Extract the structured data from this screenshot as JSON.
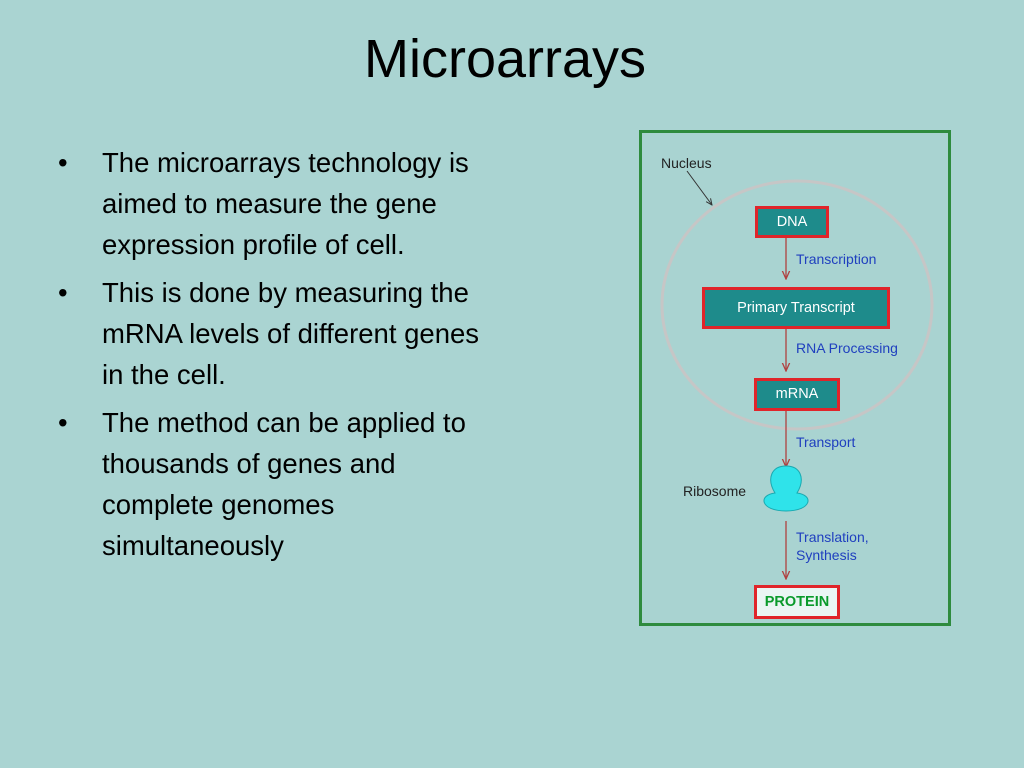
{
  "slide": {
    "title": "Microarrays",
    "bullets": [
      "The microarrays technology is aimed to measure the gene expression profile of cell.",
      "This is done by measuring the mRNA levels of different genes in the cell.",
      "The method can be applied to thousands of genes and complete genomes simultaneously"
    ],
    "bullet_glyph": "•"
  },
  "diagram": {
    "nucleus_label": "Nucleus",
    "ribosome_label": "Ribosome",
    "nodes": {
      "dna": "DNA",
      "primary_transcript": "Primary Transcript",
      "mrna": "mRNA",
      "protein": "PROTEIN"
    },
    "steps": {
      "transcription": "Transcription",
      "rna_processing": "RNA Processing",
      "transport": "Transport",
      "translation_line1": "Translation,",
      "translation_line2": "Synthesis"
    },
    "colors": {
      "node_fill": "#1e8b8b",
      "node_border": "#e0242a",
      "protein_text": "#0a9a2b",
      "step_text": "#1f3fbf",
      "arrow": "#b04040",
      "frame": "#2e8b3e",
      "ribosome": "#2fe3ea"
    }
  }
}
